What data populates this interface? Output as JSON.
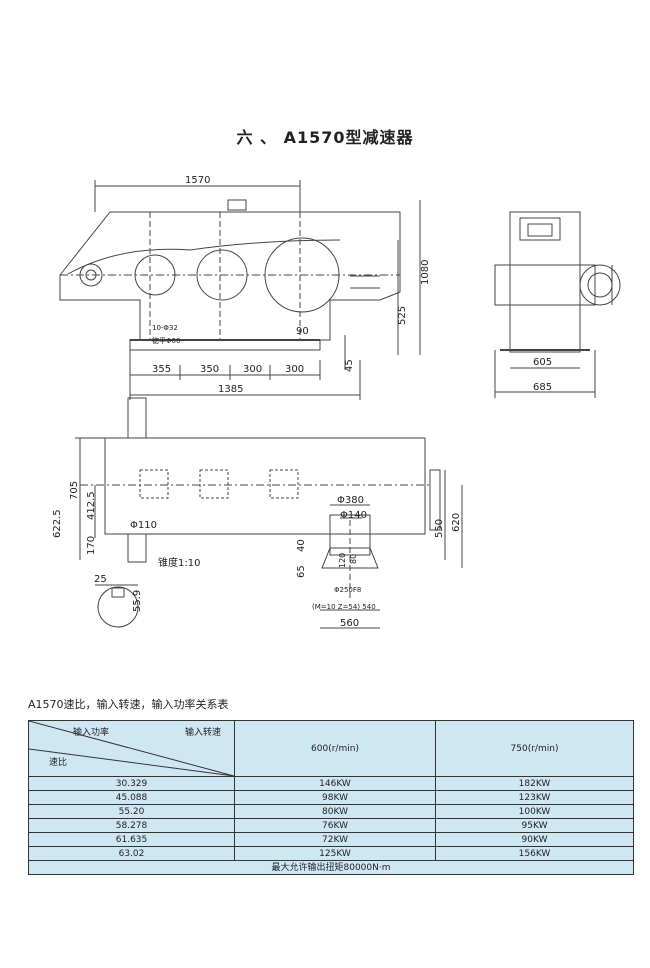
{
  "page": {
    "title": "六 、 A1570型减速器"
  },
  "dimensions": {
    "front_width": "1570",
    "height_total": "1080",
    "shaft_height": "525",
    "base_thickness": "45",
    "foot_gap": "90",
    "bolt_holes": "10-Φ32",
    "pad_label": "锪平Φ60",
    "bolt_spacing": [
      "355",
      "350",
      "300",
      "300"
    ],
    "base_length": "1385",
    "side_width_inner": "605",
    "side_width_outer": "685",
    "plan_h1": "705",
    "plan_h2": "412.5",
    "plan_h3": "622.5",
    "plan_h4": "170",
    "input_shaft_dia": "Φ110",
    "taper": "锥度1:10",
    "key_width": "25",
    "key_depth": "55.9",
    "output_dia1": "Φ380",
    "output_dia2": "Φ140",
    "spline_40": "40",
    "spline_65": "65",
    "spline_120": "120",
    "spline_80": "80",
    "spline_dia": "Φ250F8",
    "gear_label": "(M=10  Z=54) 540",
    "output_width": "560",
    "right_550": "550",
    "right_620": "620"
  },
  "table": {
    "caption": "A1570速比，输入转速，输入功率关系表",
    "corner_power": "输入功率",
    "corner_speed": "输入转速",
    "corner_ratio": "速比",
    "col_headers": [
      "600(r/min)",
      "750(r/min)"
    ],
    "rows": [
      {
        "ratio": "30.329",
        "p600": "146KW",
        "p750": "182KW"
      },
      {
        "ratio": "45.088",
        "p600": "98KW",
        "p750": "123KW"
      },
      {
        "ratio": "55.20",
        "p600": "80KW",
        "p750": "100KW"
      },
      {
        "ratio": "58.278",
        "p600": "76KW",
        "p750": "95KW"
      },
      {
        "ratio": "61.635",
        "p600": "72KW",
        "p750": "90KW"
      },
      {
        "ratio": "63.02",
        "p600": "125KW",
        "p750": "156KW"
      }
    ],
    "footer": "最大允许输出扭矩80000N·m"
  }
}
